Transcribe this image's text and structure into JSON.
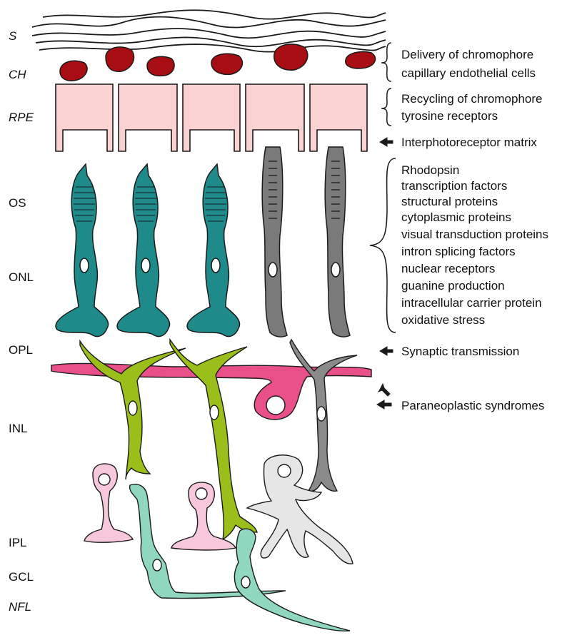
{
  "layers": [
    {
      "id": "s",
      "label": "S",
      "italic": true
    },
    {
      "id": "ch",
      "label": "CH",
      "italic": true
    },
    {
      "id": "rpe",
      "label": "RPE",
      "italic": true
    },
    {
      "id": "os",
      "label": "OS",
      "italic": false
    },
    {
      "id": "onl",
      "label": "ONL",
      "italic": false
    },
    {
      "id": "opl",
      "label": "OPL",
      "italic": false
    },
    {
      "id": "inl",
      "label": "INL",
      "italic": false
    },
    {
      "id": "ipl",
      "label": "IPL",
      "italic": false
    },
    {
      "id": "gcl",
      "label": "GCL",
      "italic": false
    },
    {
      "id": "nfl",
      "label": "NFL",
      "italic": true
    }
  ],
  "annotations": {
    "choroid": [
      "Delivery of chromophore",
      "capillary endothelial cells"
    ],
    "rpe": [
      "Recycling of chromophore",
      "tyrosine receptors"
    ],
    "matrix": "Interphotoreceptor matrix",
    "photoreceptor": [
      "Rhodopsin",
      "transcription factors",
      "structural proteins",
      "cytoplasmic proteins",
      "visual transduction proteins",
      "intron splicing factors",
      "nuclear receptors",
      "guanine production",
      "intracellular carrier protein",
      "oxidative stress"
    ],
    "synaptic": "Synaptic transmission",
    "paraneoplastic": "Paraneoplastic syndromes"
  },
  "colors": {
    "capillary": "#a80d14",
    "rpe": "#fbd2d2",
    "cone": "#1f8a8a",
    "rod": "#7a7a7a",
    "bipolar": "#9bbf1a",
    "horizontal": "#e9508a",
    "amacrine": "#f7c8dc",
    "ganglion": "#8fd8bf",
    "muller": "#e6e6e6",
    "outline": "#1a1a1a"
  }
}
